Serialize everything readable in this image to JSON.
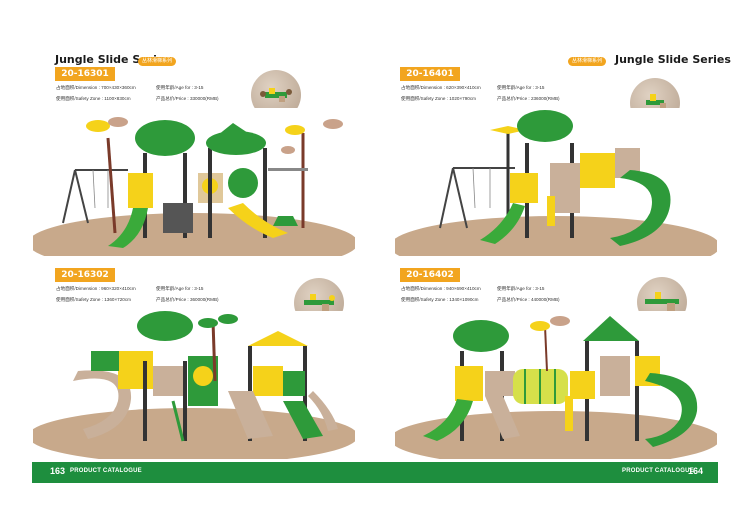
{
  "pages": {
    "left": {
      "series_title": "Jungle Slide Series",
      "tag": "丛林滑梯系列",
      "footer_page": "163",
      "footer_label": "PRODUCT CATALOGUE"
    },
    "right": {
      "series_title": "Jungle Slide Series",
      "tag": "丛林滑梯系列",
      "footer_page": "164",
      "footer_label": "PRODUCT CATALOGUE"
    }
  },
  "products": [
    {
      "code": "20-16301",
      "dimension": "占地面积/Dimension : 700×430×360cm",
      "age": "使用年龄/Age for : 3-15",
      "safety": "使用面积/Safety Zone : 1100×830cm",
      "price": "产品总价/Price : 330000(RMB)"
    },
    {
      "code": "20-16401",
      "dimension": "占地面积/Dimension : 620×390×410cm",
      "age": "使用年龄/Age for : 3-15",
      "safety": "使用面积/Safety Zone : 1020×790cm",
      "price": "产品总价/Price : 236000(RMB)"
    },
    {
      "code": "20-16302",
      "dimension": "占地面积/Dimension : 960×320×410cm",
      "age": "使用年龄/Age for : 3-15",
      "safety": "使用面积/Safety Zone : 1360×720cm",
      "price": "产品总价/Price : 360000(RMB)"
    },
    {
      "code": "20-16402",
      "dimension": "占地面积/Dimension : 940×690×410cm",
      "age": "使用年龄/Age for : 3-15",
      "safety": "使用面积/Safety Zone : 1340×1090cm",
      "price": "产品总价/Price : 440000(RMB)"
    }
  ],
  "colors": {
    "accent": "#f2a51f",
    "footer": "#1e8e3e",
    "ground": "#c8a98b",
    "leaf_green": "#2e9a3a",
    "slide_yellow": "#f5d21a"
  }
}
